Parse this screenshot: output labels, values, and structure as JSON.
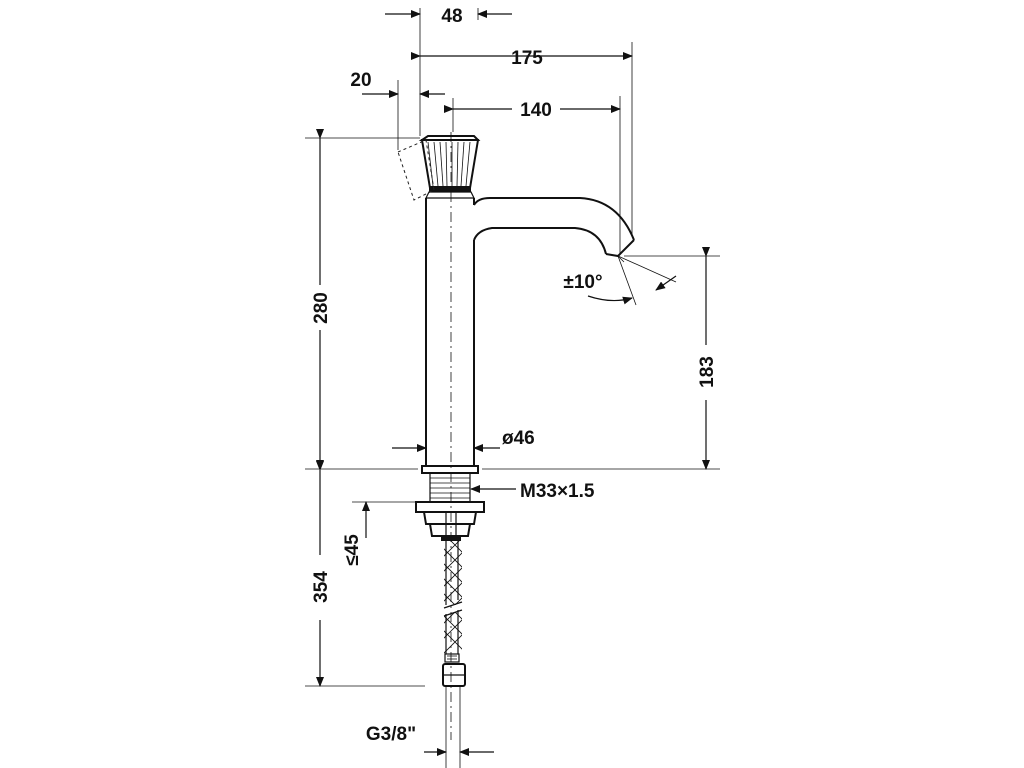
{
  "dimensions": {
    "handle_offset": "48",
    "spout_reach_total": "175",
    "lever_swing": "20",
    "spout_reach": "140",
    "total_height": "280",
    "spout_tilt": "±10°",
    "spout_height": "183",
    "body_diameter": "ø46",
    "thread": "M33×1.5",
    "max_deck_thickness": "≤45",
    "hose_length": "354",
    "hose_connection": "G3/8\""
  }
}
